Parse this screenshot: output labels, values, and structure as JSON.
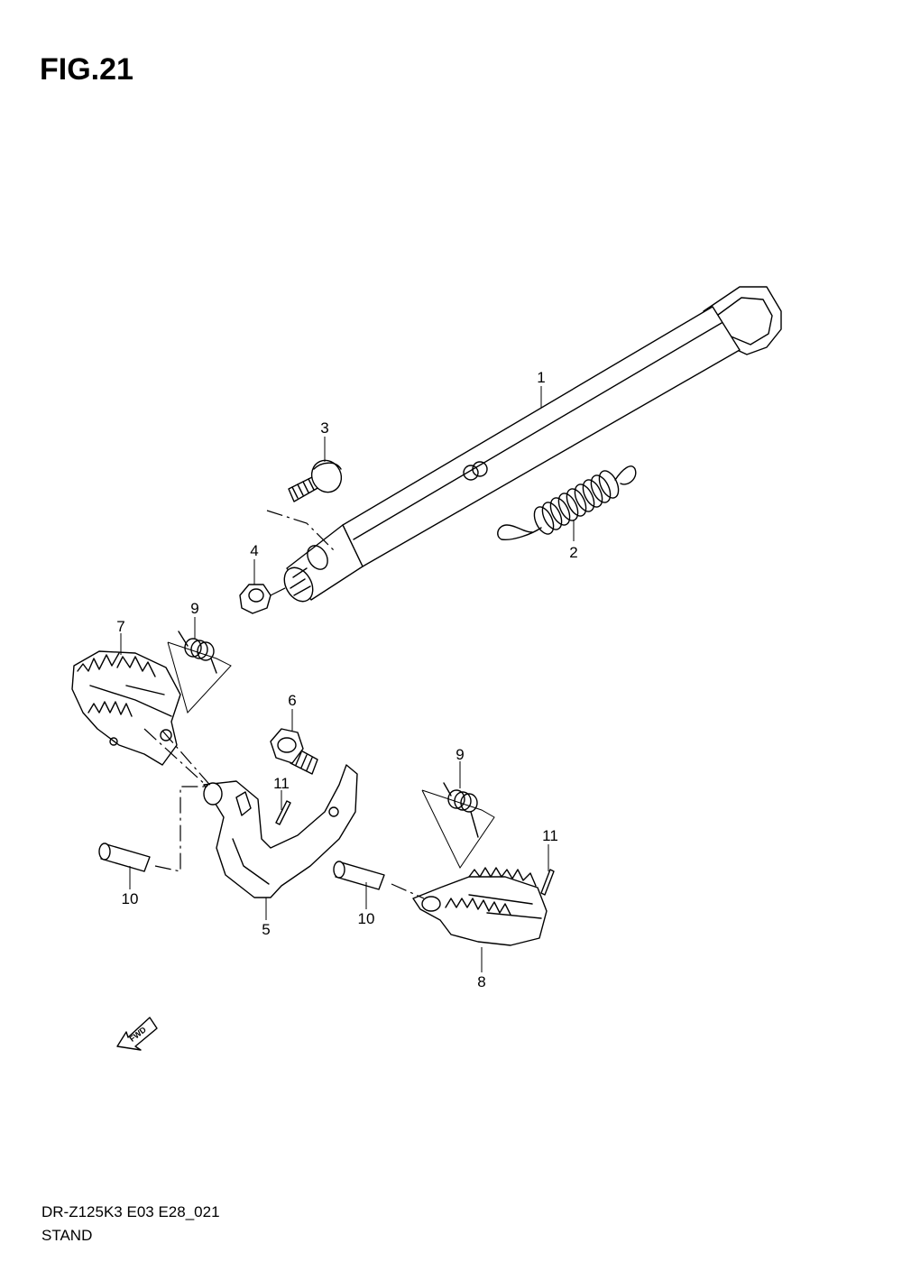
{
  "figure": {
    "title": "FIG.21",
    "code": "DR-Z125K3 E03 E28_021",
    "section": "STAND"
  },
  "callouts": [
    {
      "id": "c1",
      "label": "1"
    },
    {
      "id": "c2",
      "label": "2"
    },
    {
      "id": "c3",
      "label": "3"
    },
    {
      "id": "c4",
      "label": "4"
    },
    {
      "id": "c5",
      "label": "5"
    },
    {
      "id": "c6",
      "label": "6"
    },
    {
      "id": "c7",
      "label": "7"
    },
    {
      "id": "c8",
      "label": "8"
    },
    {
      "id": "c9a",
      "label": "9"
    },
    {
      "id": "c9b",
      "label": "9"
    },
    {
      "id": "c10a",
      "label": "10"
    },
    {
      "id": "c10b",
      "label": "10"
    },
    {
      "id": "c11a",
      "label": "11"
    },
    {
      "id": "c11b",
      "label": "11"
    }
  ],
  "fwd_marker": {
    "text": "FWD"
  }
}
